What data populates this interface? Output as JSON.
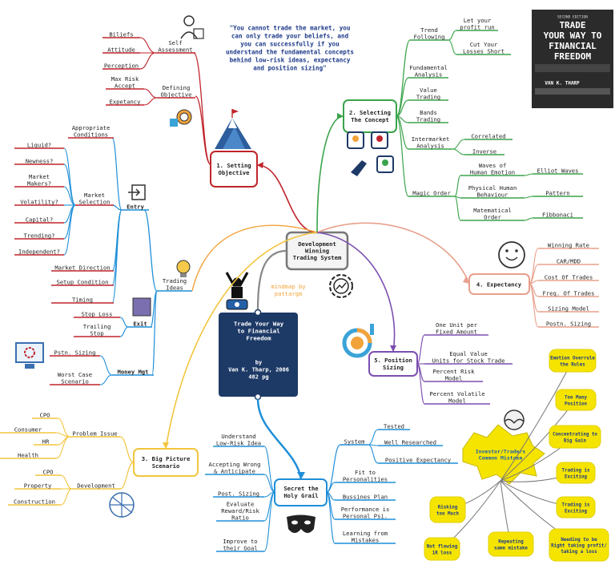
{
  "quote": [
    "\"You cannot trade the market, you",
    "can only trade your beliefs, and",
    "you can successfully if you",
    "understand the fundamental concepts",
    "behind low-risk ideas, expectancy",
    "and position sizing\""
  ],
  "book": {
    "edition": "SECOND EDITION",
    "title": [
      "TRADE",
      "YOUR WAY TO",
      "FINANCIAL",
      "FREEDOM"
    ],
    "author": "VAN K. THARP"
  },
  "center": {
    "title": [
      "Trade Your Way",
      "to Financial",
      "Freedom"
    ],
    "by": "by",
    "author": "Van K. Tharp, 2006",
    "pages": "482 pg"
  },
  "development": [
    "Development",
    "Winning",
    "Trading System"
  ],
  "watermark": [
    "mindmap by",
    "pattargm"
  ],
  "setting_objective": {
    "label": [
      "1. Setting",
      "Objective"
    ],
    "self_assessment": [
      "Self",
      "Assessment"
    ],
    "self_items": [
      "Biliefs",
      "Attitude",
      "Perception"
    ],
    "defining_objective": [
      "Defining",
      "Objective"
    ],
    "defining_items": [
      [
        "Max Risk",
        "Accept"
      ],
      [
        "Expetancy"
      ]
    ]
  },
  "selecting_concept": {
    "label": [
      "2. Selecting",
      "The Concept"
    ],
    "trend_following": [
      "Trend",
      "Following"
    ],
    "trend_items": [
      [
        "Let your",
        "profit run"
      ],
      [
        "Cut Your",
        "Losses Short"
      ]
    ],
    "others": [
      [
        "Fundamental",
        "Analysis"
      ],
      [
        "Value",
        "Trading"
      ],
      [
        "Bands",
        "Trading"
      ]
    ],
    "intermarket": [
      "Intermarket",
      "Analysis"
    ],
    "intermarket_items": [
      [
        "Correlated"
      ],
      [
        "Inverse"
      ]
    ],
    "magic_order": "Magic Order",
    "magic_items": [
      [
        "Waves of",
        "Human Emotion"
      ],
      [
        "Physical Human",
        "Behaviour"
      ],
      [
        "Matematical",
        "Order"
      ]
    ],
    "magic_leaves": [
      "Elliot Waves",
      "Pattern",
      "Fibbonaci"
    ]
  },
  "expectancy": {
    "label": "4. Expectancy",
    "items": [
      "Winning Rate",
      "CAR/MDD",
      "Cost Of Trades",
      "Freq. Of Trades",
      "Sizing Model",
      "Postn. Sizing"
    ]
  },
  "position_sizing": {
    "label": [
      "5. Position",
      "Sizing"
    ],
    "items": [
      [
        "One Unit per",
        "Fixed Amount"
      ],
      [
        "Equal Value",
        "Units for Stock Trade"
      ],
      [
        "Percent Risk",
        "Model"
      ],
      [
        "Percent Volatile",
        "Model"
      ]
    ]
  },
  "trading_ideas": {
    "label": [
      "Trading",
      "Ideas"
    ],
    "entry": "Entry",
    "appropriate": [
      "Appropriate",
      "Conditions"
    ],
    "market_selection": [
      "Market",
      "Selection"
    ],
    "market_items": [
      "Liquid?",
      "Newness?",
      "Market|Makers?",
      "Volatility?",
      "Capital?",
      "Trending?",
      "Independent?"
    ],
    "entry_items": [
      "Market Direction",
      "Setup Condition",
      "Timing"
    ],
    "exit": "Exit",
    "exit_items": [
      [
        "Stop Loss"
      ],
      [
        "Trailing",
        "Stop"
      ]
    ],
    "money_mgt": "Money Mgt",
    "money_items": [
      [
        "Pstn. Sizing"
      ],
      [
        "Worst Case",
        "Scenario"
      ]
    ]
  },
  "big_picture": {
    "label": [
      "3. Big Picture",
      "Scenario"
    ],
    "problem_issue": "Problem Issue",
    "problem_items": [
      "CPO",
      "Consumer",
      "HR",
      "Health"
    ],
    "development": "Development",
    "development_items": [
      "CPO",
      "Property",
      "Construction"
    ]
  },
  "holy_grail": {
    "label": [
      "Secret the",
      "Holy Grail"
    ],
    "left_items": [
      [
        "Understand",
        "Low-Risk Idea"
      ],
      [
        "Accepting Wrong",
        "& Anticipate"
      ],
      [
        "Post. Sizing"
      ],
      [
        "Evaluate",
        "Reward/Risk",
        "Ratio"
      ],
      [
        "Improve to",
        "their Goal"
      ]
    ],
    "system": "System",
    "system_items": [
      "Tested",
      "Well Researched",
      "Positive Expectancy"
    ],
    "right_items": [
      [
        "Fit to",
        "Personalities"
      ],
      [
        "Bussines Plan"
      ],
      [
        "Performance is",
        "Personal Psi."
      ],
      [
        "Learning from",
        "Mistakes"
      ]
    ]
  },
  "mistakes": {
    "label": [
      "Investor/Traders",
      "Common Mistake"
    ],
    "items": [
      [
        "Emotion Overrule",
        "the Rules"
      ],
      [
        "Too Many",
        "Position"
      ],
      [
        "Concentrating to",
        "Big Gain"
      ],
      [
        "Trading is",
        "Exciting"
      ],
      [
        "Trading is",
        "Exciting"
      ],
      [
        "Needing to be",
        "Right taking profit/",
        "taking a loss"
      ],
      [
        "Repeating",
        "same mistake"
      ],
      [
        "Not flowing",
        "1R loss"
      ],
      [
        "Risking",
        "too Much"
      ]
    ]
  },
  "colors": {
    "red": "#c0242b",
    "orange": "#f2a33a",
    "green": "#3aa34a",
    "purple": "#7b4fb0",
    "salmon": "#e8a08c",
    "blue": "#1f8fd8",
    "yellow": "#f5e400",
    "gold": "#f2c53d",
    "navy": "#1d3966",
    "gray": "#777777"
  },
  "icons": [
    "person-chart-icon",
    "target-hand-icon",
    "mountain-flag-icon",
    "team-hand-icon",
    "smiling-head-icon",
    "coin-chart-icon",
    "gear-chart-icon",
    "person-raise-icon",
    "light-bulb-icon",
    "entry-door-icon",
    "exit-door-icon",
    "computer-gear-icon",
    "network-globe-icon",
    "mask-icon",
    "stressed-face-icon"
  ]
}
